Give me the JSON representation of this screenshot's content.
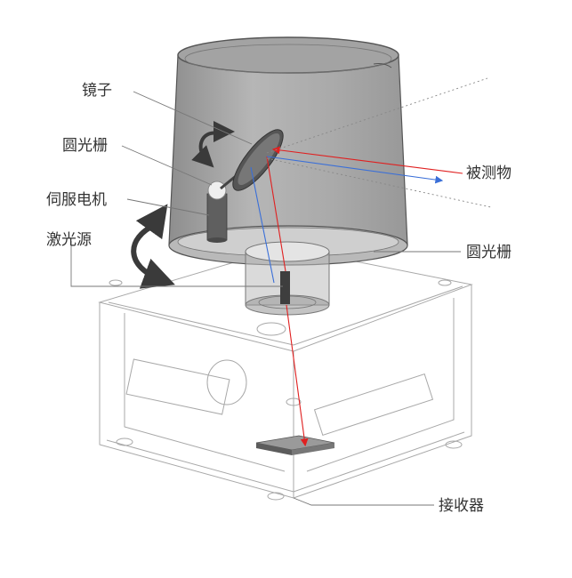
{
  "labels": {
    "mirror": "镜子",
    "grating_top": "圆光栅",
    "servo_motor": "伺服电机",
    "laser_source": "激光源",
    "measured_object": "被测物",
    "grating_right": "圆光栅",
    "receiver": "接收器"
  },
  "colors": {
    "emitted_beam": "#e02020",
    "returned_beam": "#3a6fd8",
    "cover_body": "#8f8f8f",
    "cover_edge": "#555555",
    "arrow": "#3a3a3a"
  },
  "icons": {
    "rotation_small": "rotate-arrow-icon",
    "rotation_large": "rotate-arrow-icon"
  }
}
